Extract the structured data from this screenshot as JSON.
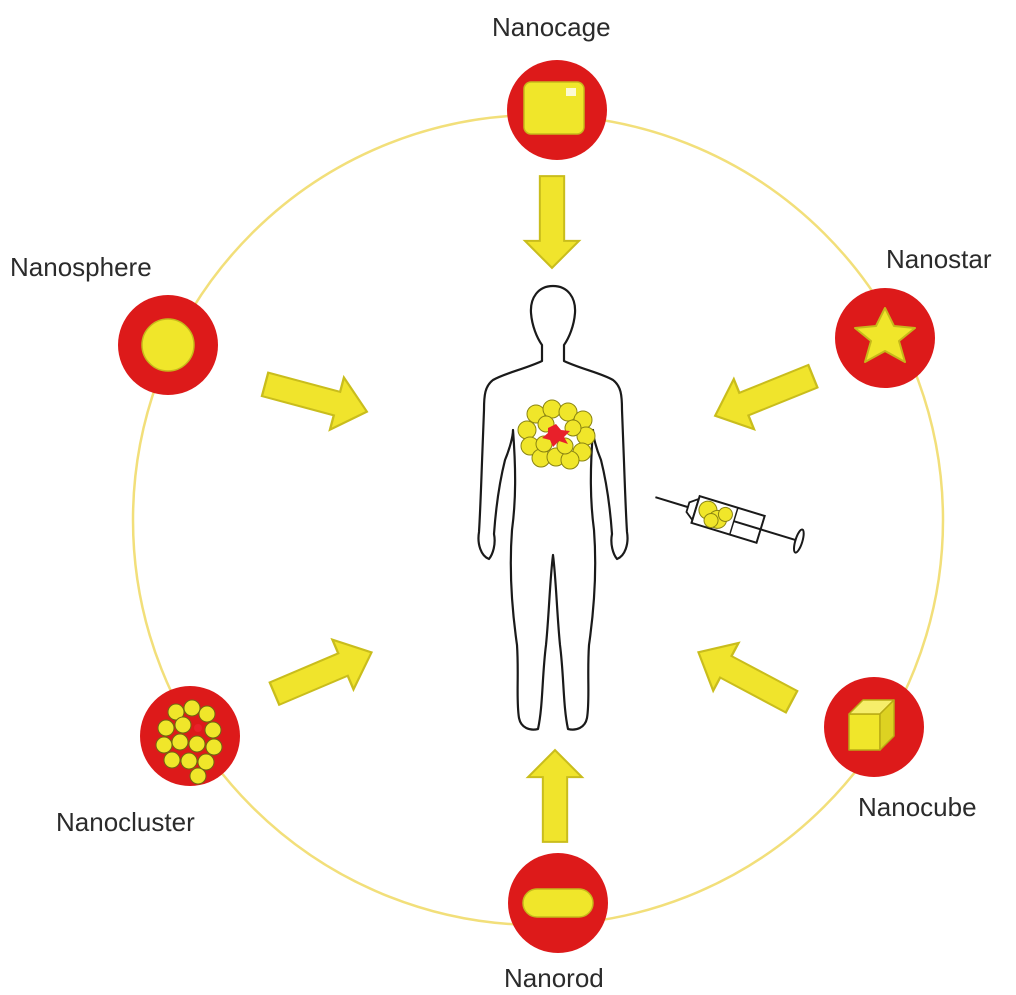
{
  "nodes": {
    "nanocage": {
      "label": "Nanocage"
    },
    "nanostar": {
      "label": "Nanostar"
    },
    "nanosphere": {
      "label": "Nanosphere"
    },
    "nanocluster": {
      "label": "Nanocluster"
    },
    "nanocube": {
      "label": "Nanocube"
    },
    "nanorod": {
      "label": "Nanorod"
    }
  },
  "colors": {
    "ring": "#f2df7a",
    "disc": "#dd1a1a",
    "particle": "#f0e62a",
    "particle_outline": "#8a8412",
    "arrow": "#f0e42c",
    "arrow_outline": "#c9bd1c",
    "body_outline": "#1a1a1a",
    "tumor": "#e8202a"
  },
  "icons": [
    "cage-icon",
    "star-icon",
    "sphere-icon",
    "cluster-icon",
    "cube-icon",
    "rod-icon",
    "human-body-icon",
    "syringe-icon",
    "tumor-icon"
  ]
}
